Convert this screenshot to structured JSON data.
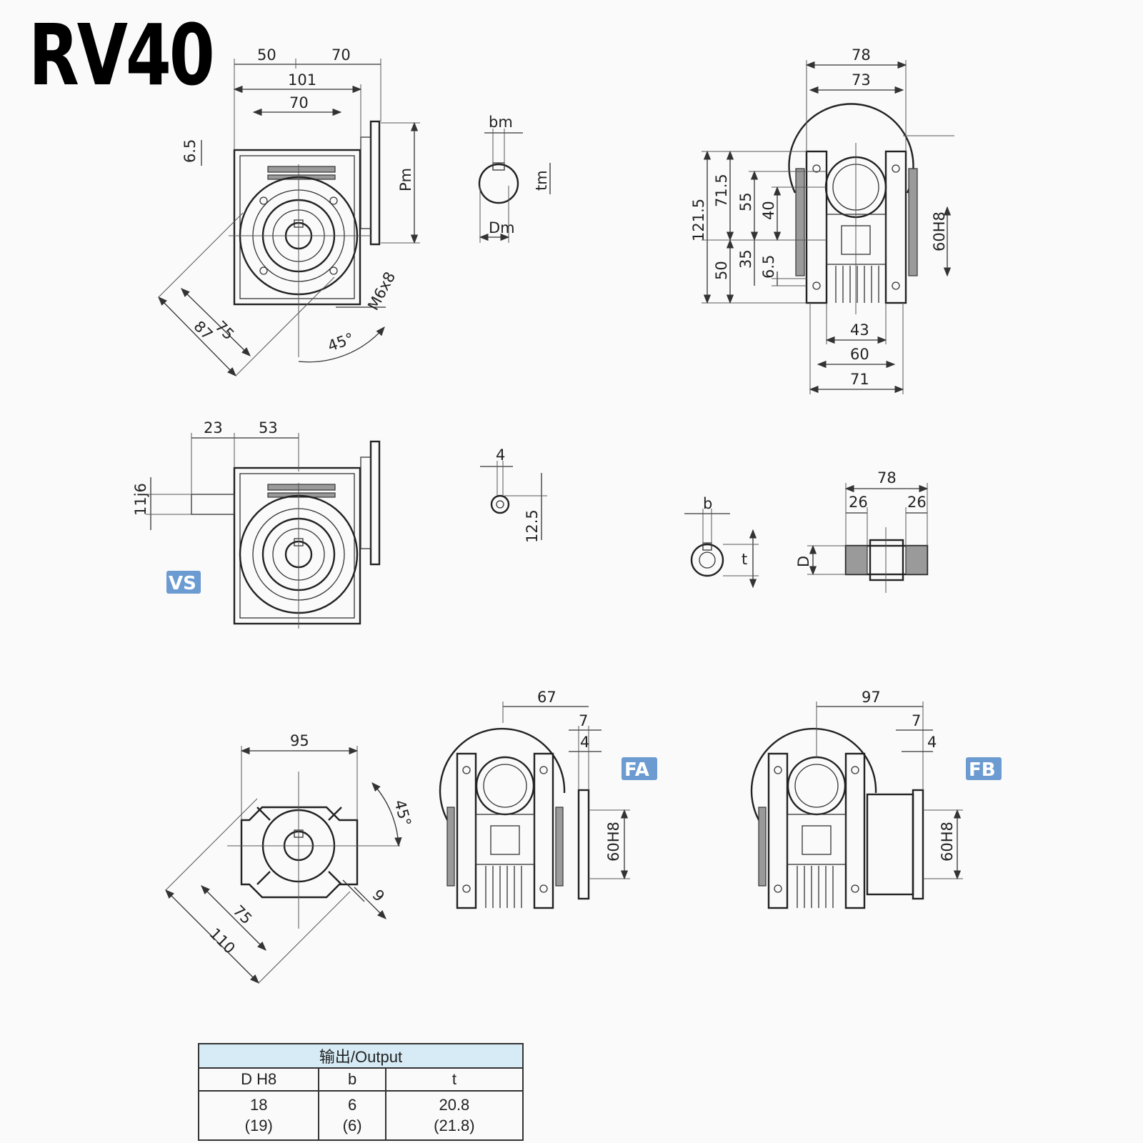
{
  "title": "RV40",
  "badges": {
    "vs": "VS",
    "fa": "FA",
    "fb": "FB"
  },
  "colors": {
    "badge": "#6b9bd1",
    "table_header": "#d6ebf5"
  },
  "view1": {
    "d50": "50",
    "d70a": "70",
    "d101": "101",
    "d70b": "70",
    "d65": "6.5",
    "pm": "Pm",
    "m6x8": "M6x8",
    "d75": "75",
    "d87": "87",
    "d45": "45°"
  },
  "keyway_input": {
    "bm": "bm",
    "tm": "tm",
    "dm": "Dm"
  },
  "view2": {
    "d78": "78",
    "d73": "73",
    "d1215": "121.5",
    "d715": "71.5",
    "d55": "55",
    "d40": "40",
    "d50": "50",
    "d35": "35",
    "d65": "6.5",
    "d43": "43",
    "d60": "60",
    "d71": "71",
    "h8": "60H8"
  },
  "view_vs": {
    "d23": "23",
    "d53": "53",
    "j6": "11j6"
  },
  "key_small": {
    "d4": "4",
    "d125": "12.5"
  },
  "key_out": {
    "b": "b",
    "t": "t"
  },
  "shaft": {
    "d78": "78",
    "d26a": "26",
    "d26b": "26",
    "D": "D"
  },
  "flange": {
    "d95": "95",
    "d45": "45°",
    "d75": "75",
    "d110": "110",
    "d9": "9"
  },
  "fa": {
    "d67": "67",
    "d7": "7",
    "d4": "4",
    "h8": "60H8"
  },
  "fb": {
    "d97": "97",
    "d7": "7",
    "d4": "4",
    "h8": "60H8"
  },
  "table": {
    "header": "输出/Output",
    "columns": [
      "D H8",
      "b",
      "t"
    ],
    "rows": [
      [
        "18",
        "6",
        "20.8"
      ],
      [
        "(19)",
        "(6)",
        "(21.8)"
      ]
    ]
  }
}
